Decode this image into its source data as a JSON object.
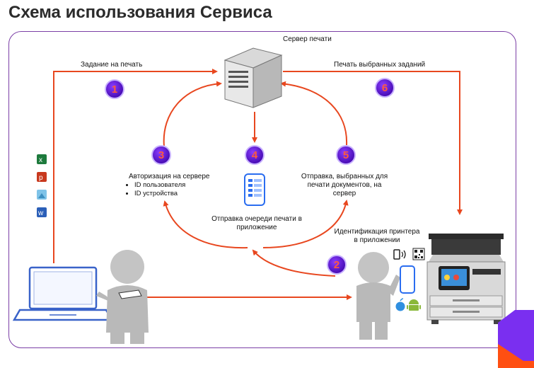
{
  "title": "Схема использования Сервиса",
  "labels": {
    "server": "Сервер печати",
    "print_job": "Задание на печать",
    "print_selected": "Печать выбранных заданий",
    "auth_title": "Авторизация  на сервере",
    "auth_items": [
      "ID пользователя",
      "ID устройства"
    ],
    "queue_line1": "Отправка  очереди печати в",
    "queue_line2": "приложение",
    "send_line1": "Отправка, выбранных для",
    "send_line2": "печати документов,  на",
    "send_line3": "сервер",
    "ident_line1": "Идентификация  принтера",
    "ident_line2": "в приложении"
  },
  "badges": [
    "1",
    "2",
    "3",
    "4",
    "5",
    "6"
  ],
  "colors": {
    "arrow": "#e8471f",
    "frame": "#7b3fa6",
    "badge": "#5a14d6",
    "badge_text": "#ff5a3c"
  },
  "icons": [
    "excel-icon",
    "powerpoint-icon",
    "image-file-icon",
    "word-icon",
    "laptop-icon",
    "server-icon",
    "phone-icon",
    "nfc-icon",
    "qr-code-icon",
    "apple-icon",
    "android-icon",
    "printer-icon",
    "brand-logo-icon"
  ]
}
